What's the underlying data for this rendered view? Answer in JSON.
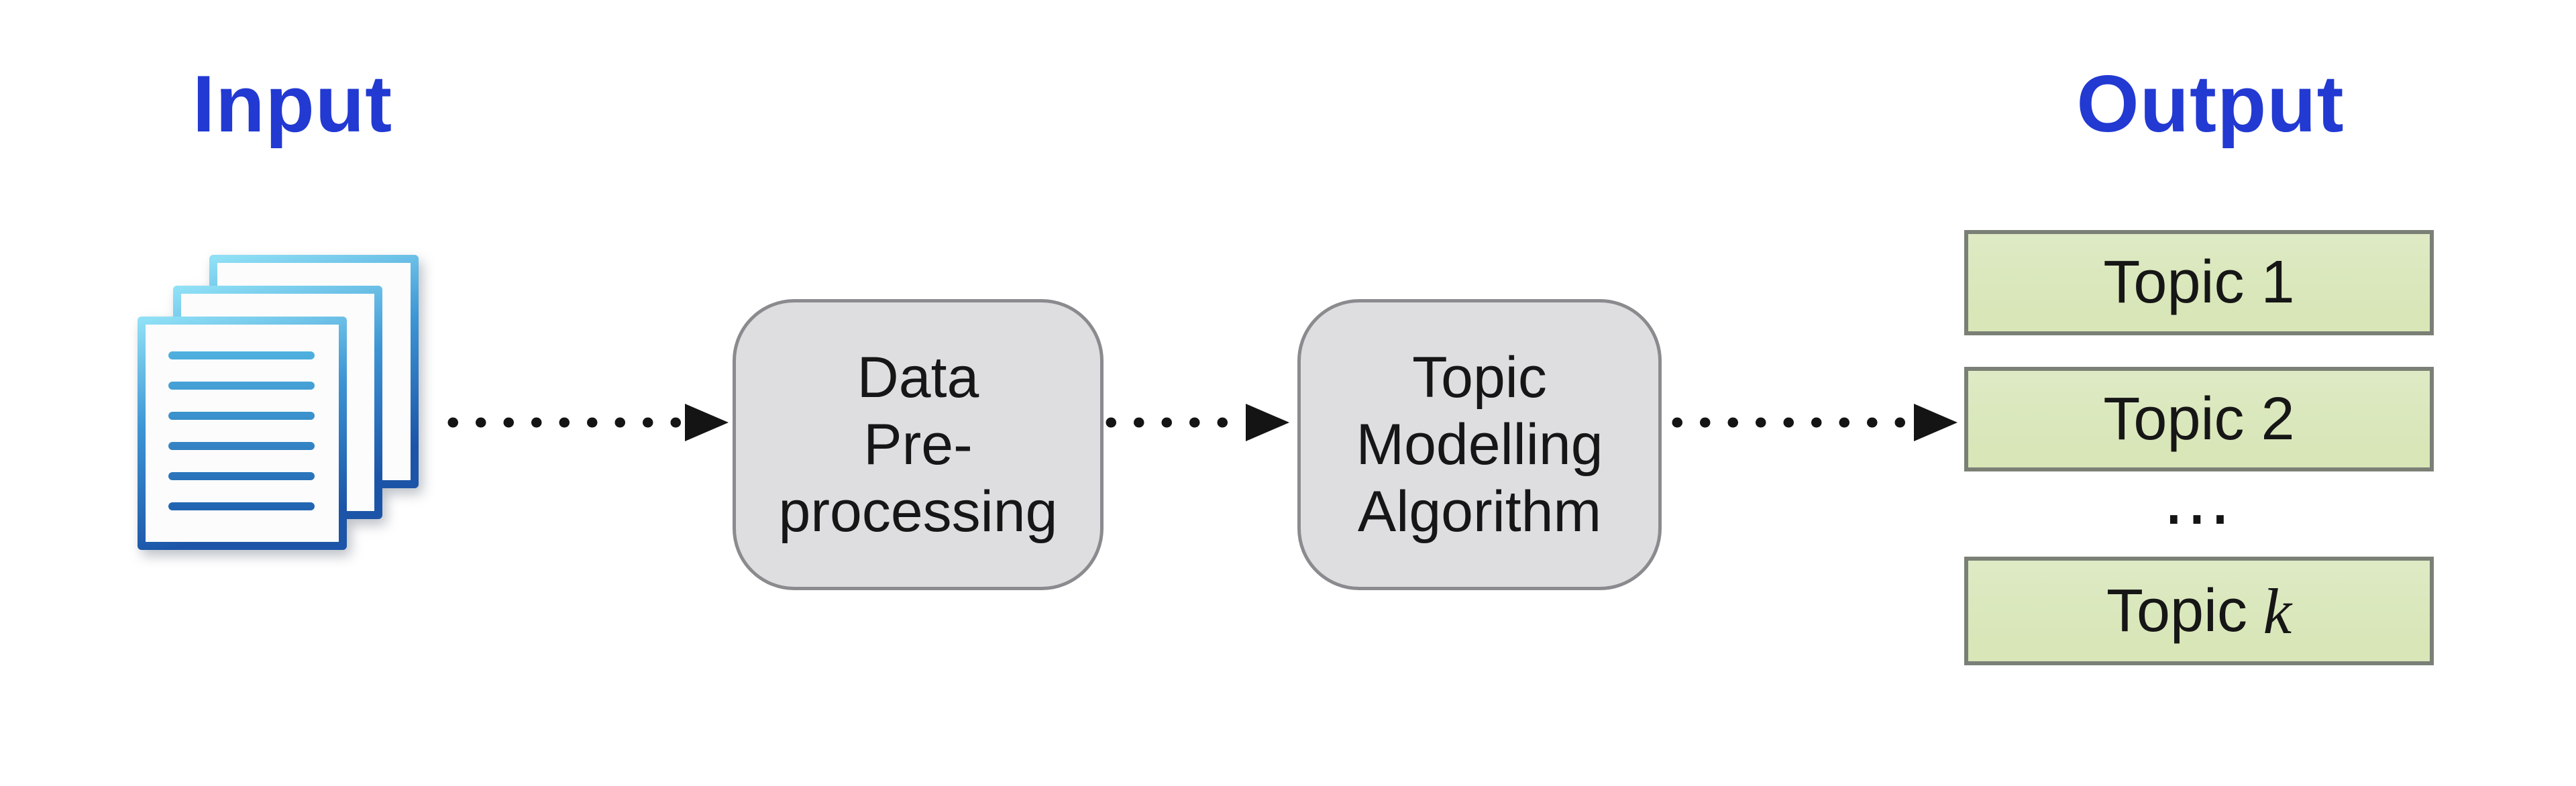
{
  "labels": {
    "input": "Input",
    "output": "Output"
  },
  "nodes": {
    "preprocessing": {
      "label": "Data Pre-processing",
      "lines": [
        "Data",
        "Pre-",
        "processing"
      ]
    },
    "algorithm": {
      "label": "Topic Modelling Algorithm",
      "lines": [
        "Topic",
        "Modelling",
        "Algorithm"
      ]
    }
  },
  "output_topics": {
    "topic1": "Topic 1",
    "topic2": "Topic 2",
    "ellipsis": "⋯",
    "topic_k_prefix": "Topic",
    "topic_k_symbol": "k"
  },
  "icons": {
    "documents": "document-stack-icon",
    "arrows": "dotted-arrow-right"
  },
  "colors": {
    "label_blue": "#2239D2",
    "node_fill": "#DEDEE1",
    "node_border": "#8B8B8F",
    "topic_fill": "#D8E6B8",
    "topic_fill_light": "#DEEAC4",
    "topic_border": "#7B8076",
    "arrow_black": "#141414",
    "text_black": "#161616",
    "bg": "#FFFFFF"
  }
}
